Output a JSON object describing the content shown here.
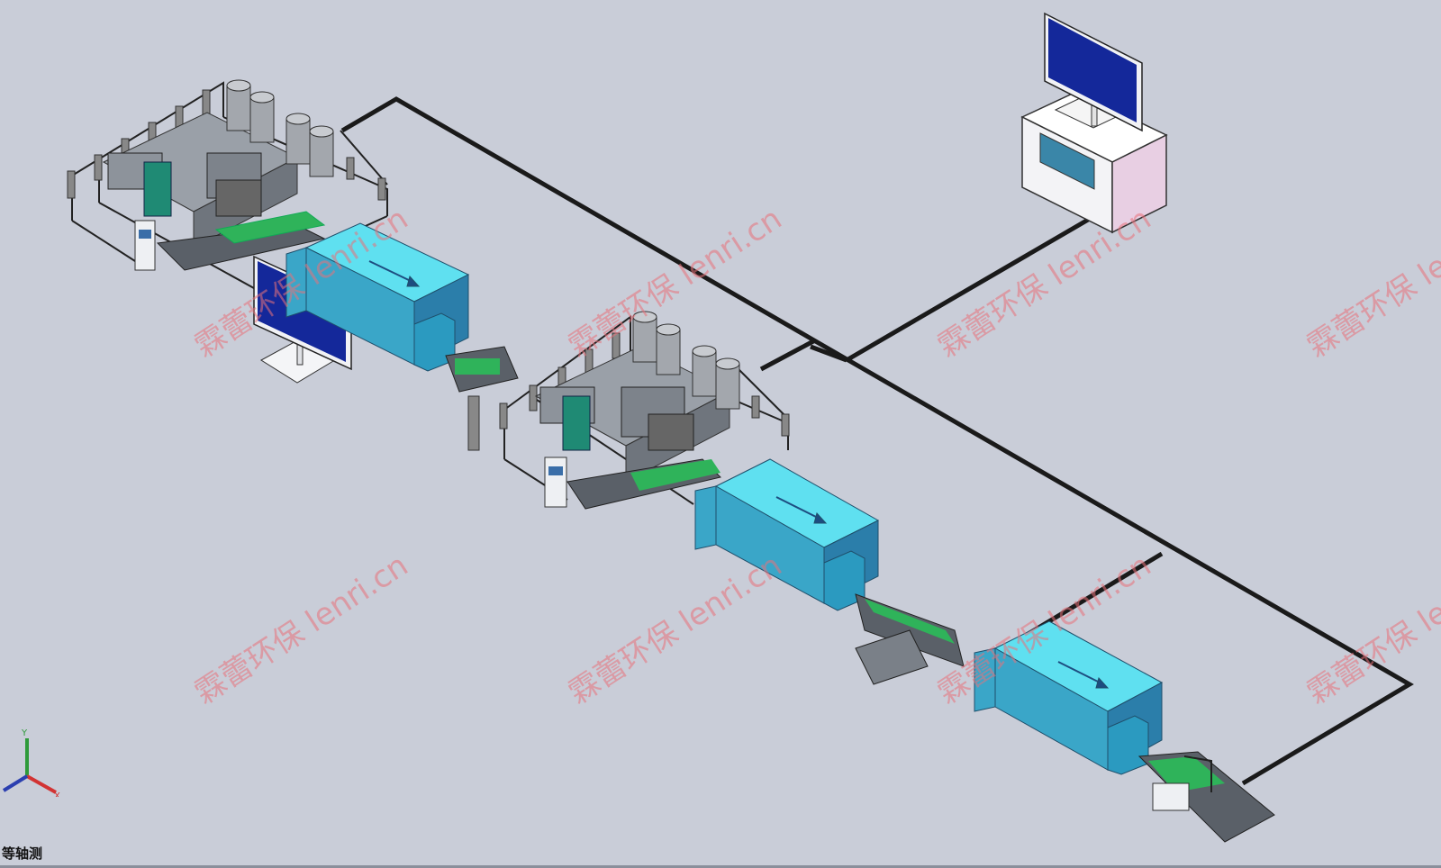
{
  "view": {
    "label": "等轴测"
  },
  "watermark": {
    "text": "霖蕾环保 lenri.cn"
  },
  "triad": {
    "labels": [
      "Y",
      "X"
    ]
  },
  "colors": {
    "background": "#c9cdd8",
    "oven_top": "#5fe0f0",
    "oven_front": "#3aa6c8",
    "oven_side": "#2b7eaa",
    "monitor_screen": "#14289a",
    "cable": "#1a1a1a",
    "watermark": "#e8727a"
  },
  "components": {
    "monitors": [
      "monitor-left",
      "monitor-top-right"
    ],
    "ovens": [
      "curing-oven-1",
      "curing-oven-2",
      "curing-oven-3"
    ],
    "stations": [
      "spray-station-1",
      "spray-station-2"
    ]
  }
}
